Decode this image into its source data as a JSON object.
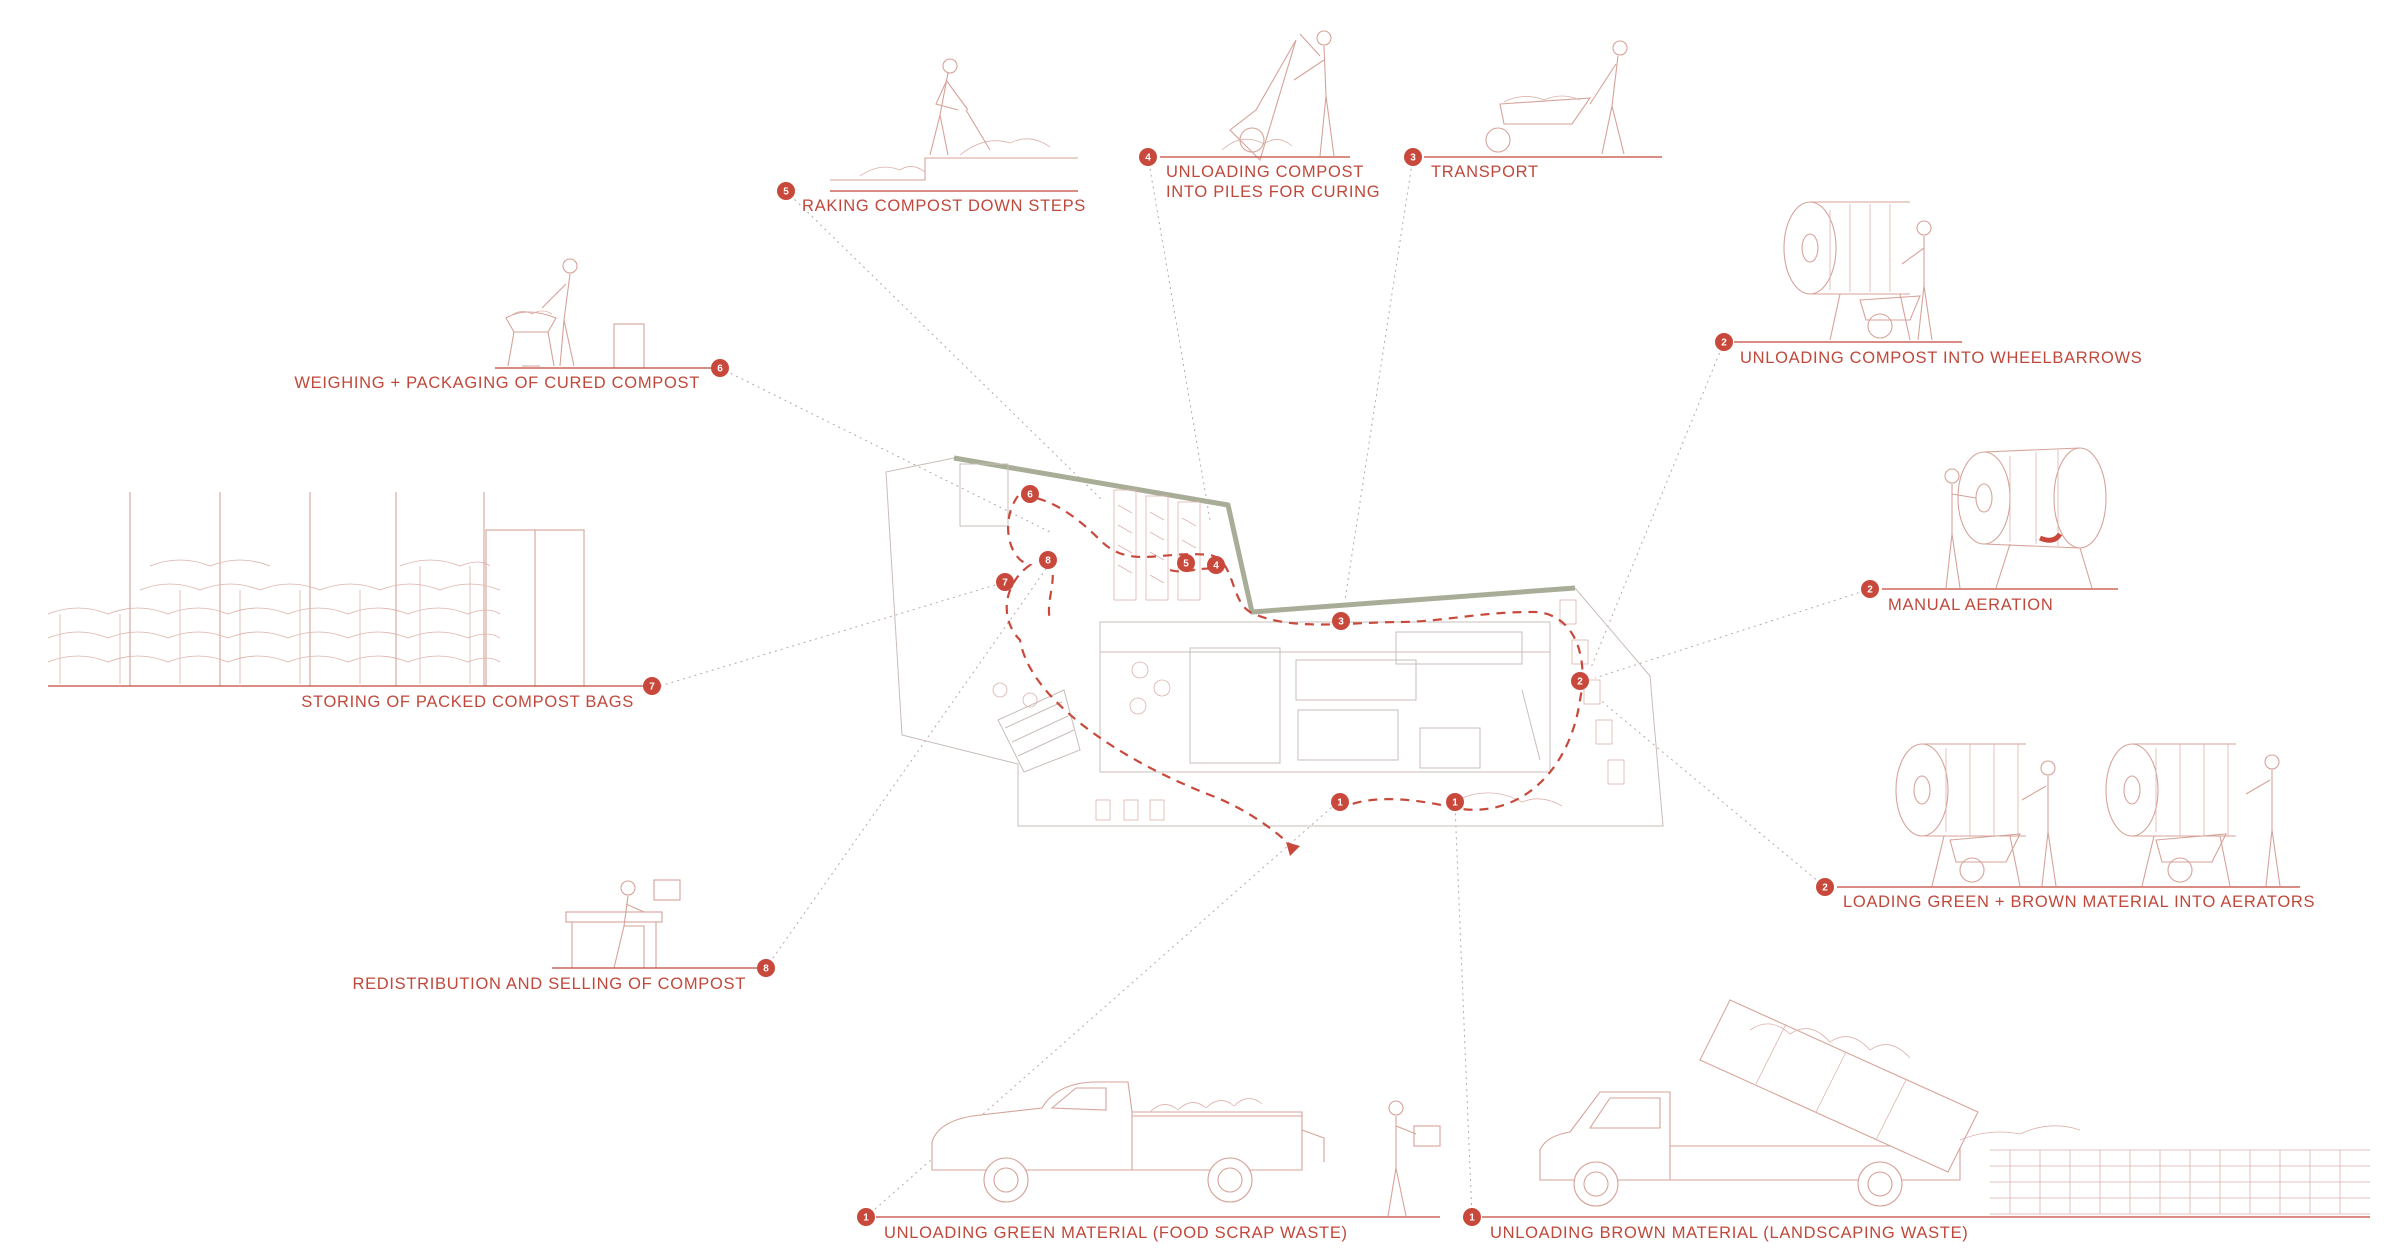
{
  "title": "",
  "colors": {
    "accent": "#c8493c",
    "label": "#c0483b",
    "sketch": "#d6a39a",
    "leader": "#b8a9a6",
    "wall": "#a8ad98"
  },
  "steps": [
    {
      "id": "raking",
      "number": "5",
      "lines": [
        "RAKING COMPOST DOWN STEPS"
      ]
    },
    {
      "id": "unloading-piles",
      "number": "4",
      "lines": [
        "UNLOADING COMPOST",
        "INTO PILES FOR CURING"
      ]
    },
    {
      "id": "transport",
      "number": "3",
      "lines": [
        "TRANSPORT"
      ]
    },
    {
      "id": "unloading-wheelbarrows",
      "number": "2",
      "lines": [
        "UNLOADING COMPOST INTO WHEELBARROWS"
      ]
    },
    {
      "id": "weighing",
      "number": "6",
      "lines": [
        "WEIGHING + PACKAGING OF CURED COMPOST"
      ]
    },
    {
      "id": "manual-aeration",
      "number": "2",
      "lines": [
        "MANUAL AERATION"
      ]
    },
    {
      "id": "storing",
      "number": "7",
      "lines": [
        "STORING OF PACKED COMPOST BAGS"
      ]
    },
    {
      "id": "loading-aerators",
      "number": "2",
      "lines": [
        "LOADING GREEN + BROWN MATERIAL INTO AERATORS"
      ]
    },
    {
      "id": "redistribution",
      "number": "8",
      "lines": [
        "REDISTRIBUTION AND SELLING OF COMPOST"
      ]
    },
    {
      "id": "green-material",
      "number": "1",
      "lines": [
        "UNLOADING GREEN MATERIAL (FOOD SCRAP WASTE)"
      ]
    },
    {
      "id": "brown-material",
      "number": "1",
      "lines": [
        "UNLOADING BROWN MATERIAL (LANDSCAPING WASTE)"
      ]
    }
  ],
  "plan_markers": [
    "6",
    "8",
    "7",
    "5",
    "4",
    "3",
    "2",
    "1",
    "1"
  ]
}
